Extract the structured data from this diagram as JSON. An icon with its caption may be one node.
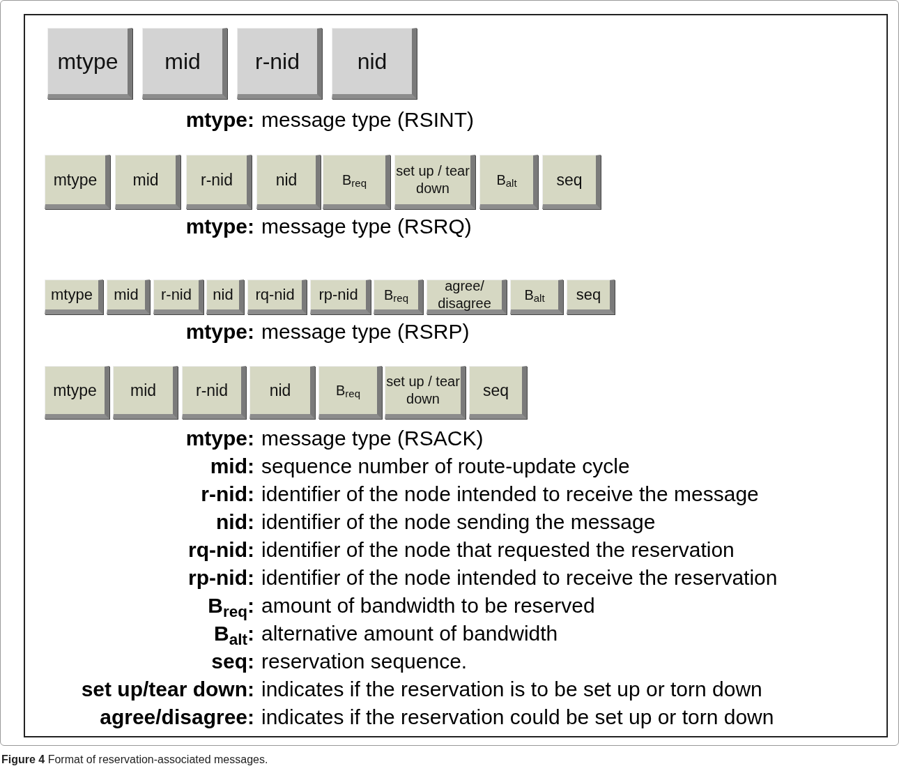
{
  "diagram": {
    "caption": "**Figure 4** Format of reservation-associated messages.",
    "nodes": [
      {
        "text": [
          "mtype"
        ]
      },
      {
        "text": [
          "mid"
        ]
      },
      {
        "text": [
          "r-nid"
        ]
      },
      {
        "text": [
          "nid"
        ]
      },
      {
        "text": [
          "mtype"
        ]
      },
      {
        "text": [
          "mid"
        ]
      },
      {
        "text": [
          "r-nid"
        ]
      },
      {
        "text": [
          "nid"
        ]
      },
      {
        "text": [
          "B$_{req}$"
        ]
      },
      {
        "text": [
          "set up / tear down"
        ]
      },
      {
        "text": [
          "B$_{alt}$"
        ]
      },
      {
        "text": [
          "seq"
        ]
      },
      {
        "text": [
          "mtype"
        ]
      },
      {
        "text": [
          "mid"
        ]
      },
      {
        "text": [
          "r-nid"
        ]
      },
      {
        "text": [
          "nid"
        ]
      },
      {
        "text": [
          "rq-nid"
        ]
      },
      {
        "text": [
          "rp-nid"
        ]
      },
      {
        "text": [
          "B$_{req}$"
        ]
      },
      {
        "text": [
          "agree/ disagree"
        ]
      },
      {
        "text": [
          "B$_{alt}$"
        ]
      },
      {
        "text": [
          "seq"
        ]
      },
      {
        "text": [
          "mtype"
        ]
      },
      {
        "text": [
          "mid"
        ]
      },
      {
        "text": [
          "r-nid"
        ]
      },
      {
        "text": [
          "nid"
        ]
      },
      {
        "text": [
          "B$_{req}$"
        ]
      },
      {
        "text": [
          "set up / tear down"
        ]
      },
      {
        "text": [
          "seq"
        ]
      }
    ],
    "labels": [
      "mtype:",
      "message type (RSINT)",
      "mtype:",
      "message type (RSRQ)",
      "mtype:",
      "message type (RSRP)",
      "mtype:",
      "message type (RSACK)",
      "mid:",
      "sequence number of route-update cycle",
      "r-nid:",
      "identifier of the node intended to receive the message",
      "nid:",
      "identifier of the node sending the message",
      "rq-nid:",
      "identifier of the node that requested the reservation",
      "rp-nid:",
      "identifier of the node intended to receive the reservation",
      "B$_{req}$:",
      "amount of bandwidth to be reserved",
      "B$_{alt}$:",
      "alternative amount of bandwidth",
      "seq:",
      "reservation sequence.",
      "set up/tear down:",
      "indicates if the reservation is to be set up or torn down",
      "agree/disagree:",
      "indicates if the reservation could be set up or torn down"
    ]
  }
}
